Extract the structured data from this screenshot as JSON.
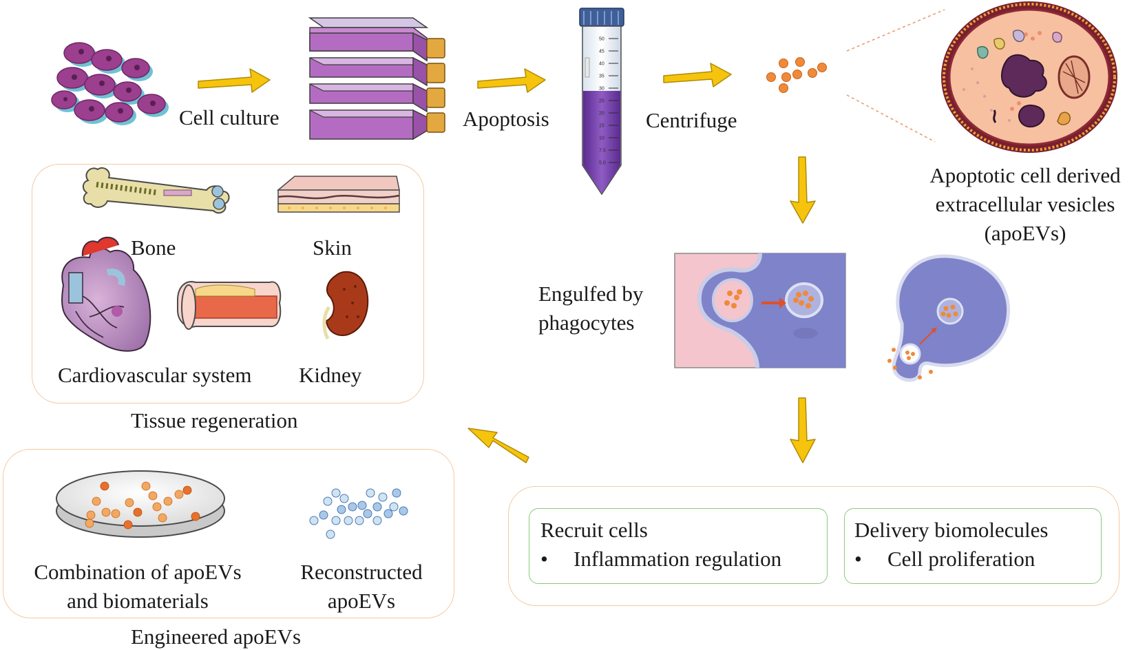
{
  "steps": {
    "culture": "Cell culture",
    "apoptosis": "Apoptosis",
    "centrifuge": "Centrifuge"
  },
  "apoevs": {
    "line1": "Apoptotic cell derived",
    "line2": "extracellular vesicles",
    "line3": "(apoEVs)"
  },
  "engulf": {
    "line1": "Engulfed by",
    "line2": "phagocytes"
  },
  "tissue": {
    "title": "Tissue regeneration",
    "bone": "Bone",
    "skin": "Skin",
    "cardio": "Cardiovascular system",
    "kidney": "Kidney"
  },
  "engineered": {
    "title": "Engineered apoEVs",
    "combo_line1": "Combination of apoEVs",
    "combo_line2": "and biomaterials",
    "recon_line1": "Reconstructed",
    "recon_line2": "apoEVs"
  },
  "functions": {
    "recruit_title": "Recruit cells",
    "recruit_bullet": "•",
    "recruit_item": "Inflammation regulation",
    "delivery_title": "Delivery  biomolecules",
    "delivery_bullet": "•",
    "delivery_item": "Cell proliferation"
  },
  "colors": {
    "arrow": "#f6c40d",
    "arrow_edge": "#b08a05",
    "cell_purple": "#9b3f8e",
    "vesicle_orange": "#ef8a3a",
    "box_border": "#f3c9a3",
    "green_border": "#8cc77f",
    "phagocyte_blue": "#7f83c9",
    "pink_bg": "#f4c5cd"
  },
  "tube_scale": [
    "50",
    "45",
    "40",
    "35",
    "30",
    "25",
    "20",
    "15",
    "10",
    "7.5",
    "5.0"
  ]
}
